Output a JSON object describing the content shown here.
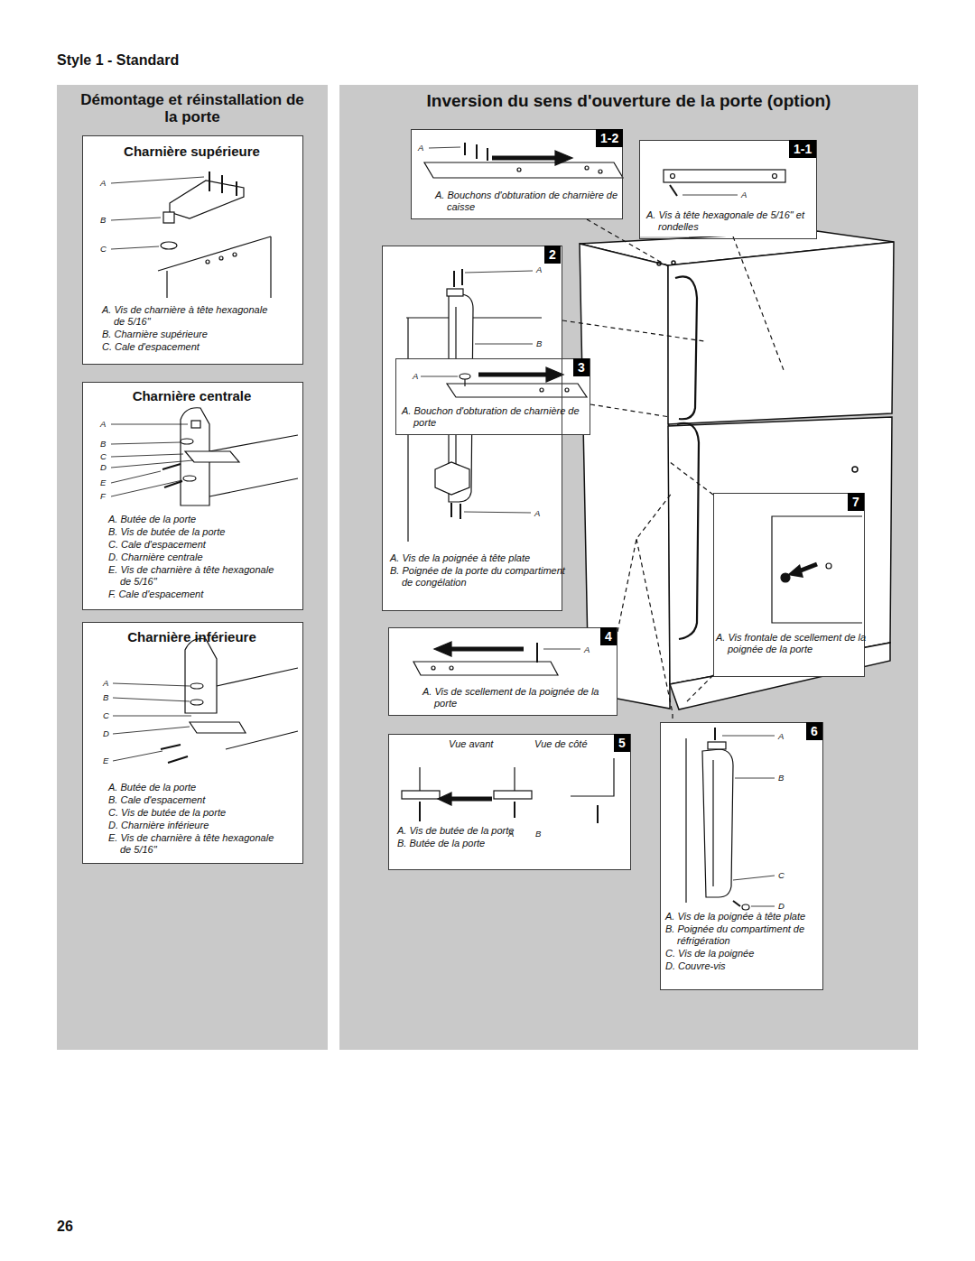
{
  "diagram": {
    "title": "Style 1 - Standard",
    "nodes": [
      {
        "text": [
          "Démontage et réinstallation de la porte"
        ]
      },
      {
        "text": [
          "Charnière supérieure",
          "A",
          "B",
          "C",
          "A. Vis de charnière à tête hexagonale de 5/16\"",
          "B. Charnière supérieure",
          "C. Cale d'espacement"
        ],
        "in": 0
      },
      {
        "text": [
          "Charnière centrale",
          "A",
          "B",
          "C",
          "D",
          "E",
          "F",
          "A. Butée de la porte",
          "B. Vis de butée de la porte",
          "C. Cale d'espacement",
          "D. Charnière centrale",
          "E. Vis de charnière à tête hexagonale de 5/16\"",
          "F. Cale d'espacement"
        ],
        "in": 0
      },
      {
        "text": [
          "Charnière inférieure",
          "A",
          "B",
          "C",
          "D",
          "E",
          "A. Butée de la porte",
          "B. Cale d'espacement",
          "C. Vis de butée de la porte",
          "D. Charnière inférieure",
          "E. Vis de charnière à tête hexagonale de 5/16\""
        ],
        "in": 0
      },
      {
        "text": [
          "Inversion du sens d'ouverture de la porte (option)"
        ]
      },
      {
        "text": [
          "1-2",
          "A",
          "A. Bouchons d'obturation de charnière de caisse"
        ],
        "in": 4
      },
      {
        "text": [
          "1-1",
          "A",
          "A. Vis à tête hexagonale de 5/16\" et rondelles"
        ],
        "in": 4
      },
      {
        "text": [
          "2",
          "A",
          "B",
          "A",
          "A. Vis de la poignée à tête plate",
          "B. Poignée de la porte du compartiment de congélation"
        ],
        "in": 4
      },
      {
        "text": [
          "3",
          "A",
          "A. Bouchon d'obturation de charnière de porte"
        ],
        "in": 7
      },
      {
        "text": [
          "4",
          "A",
          "A. Vis de scellement de la poignée de la porte"
        ],
        "in": 4
      },
      {
        "text": [
          "Vue avant",
          "Vue de côté",
          "5",
          "A",
          "B",
          "A. Vis de butée de la porte",
          "B. Butée de la porte"
        ],
        "in": 4
      },
      {
        "text": [
          "6",
          "A",
          "B",
          "C",
          "D",
          "A. Vis de la poignée à tête plate",
          "B. Poignée du compartiment de réfrigération",
          "C. Vis de la poignée",
          "D. Couvre-vis"
        ],
        "in": 4
      },
      {
        "text": [
          "7",
          "A. Vis frontale de scellement de la poignée de la porte"
        ],
        "in": 4
      }
    ],
    "labels": [
      "26"
    ]
  }
}
